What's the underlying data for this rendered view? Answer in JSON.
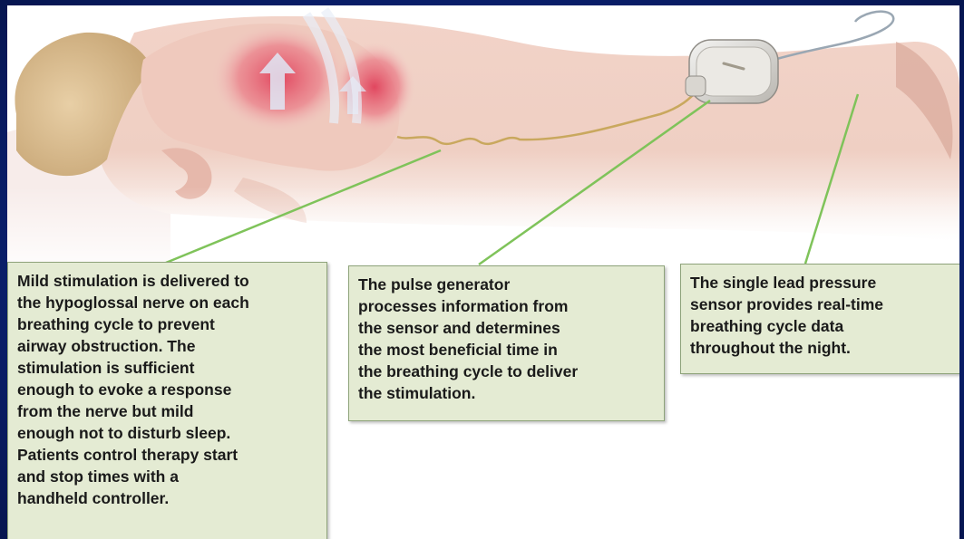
{
  "colors": {
    "frame_background": "#0b2276",
    "callout_fill": "#e4ebd3",
    "callout_border": "#8ea37a",
    "leader_line": "#7fc35a",
    "skin": "#f0cfc4",
    "airway_highlight": "#e0405a"
  },
  "illustration": {
    "subject": "sleeping patient with implanted hypoglossal nerve stimulator",
    "components": [
      "stimulation-lead",
      "pulse-generator",
      "pressure-sensor-lead"
    ]
  },
  "callouts": {
    "stimulation": "Mild stimulation is delivered to\nthe hypoglossal nerve on each\nbreathing cycle to prevent\nairway obstruction. The\nstimulation is sufficient\nenough to evoke a response\nfrom the nerve but mild\nenough not to disturb sleep.\nPatients control therapy start\nand stop times with a\nhandheld controller.",
    "generator": "The pulse generator\nprocesses information from\nthe sensor and determines\nthe most beneficial time in\nthe breathing cycle to deliver\nthe stimulation.",
    "sensor": "The single lead pressure\nsensor provides real-time\nbreathing cycle data\nthroughout the night."
  }
}
